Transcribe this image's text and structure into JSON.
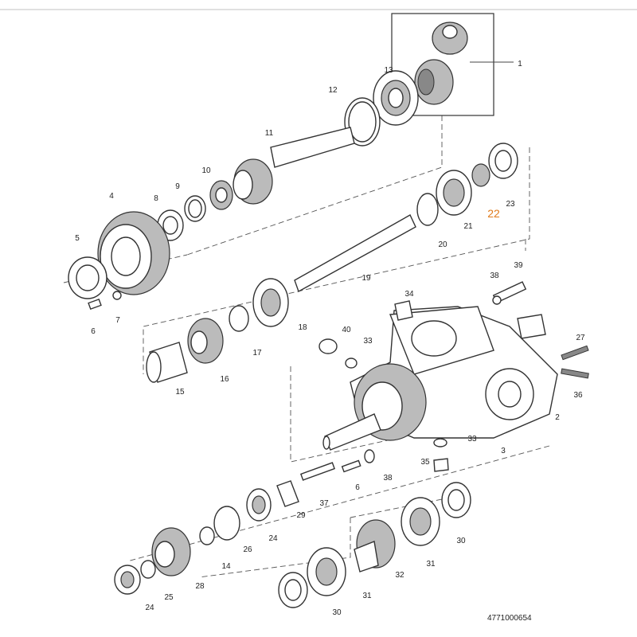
{
  "drawing_code": "4771000654",
  "highlight_color": "#e07a1a",
  "callouts": [
    "1",
    "13",
    "12",
    "11",
    "10",
    "9",
    "8",
    "4",
    "5",
    "6",
    "7",
    "23",
    "22",
    "21",
    "20",
    "19",
    "39",
    "38",
    "34",
    "18",
    "17",
    "16",
    "15",
    "40",
    "33",
    "27",
    "36",
    "2",
    "3",
    "33",
    "35",
    "38",
    "6",
    "37",
    "29",
    "24",
    "26",
    "14",
    "30",
    "31",
    "32",
    "25",
    "28",
    "24",
    "31",
    "30"
  ]
}
